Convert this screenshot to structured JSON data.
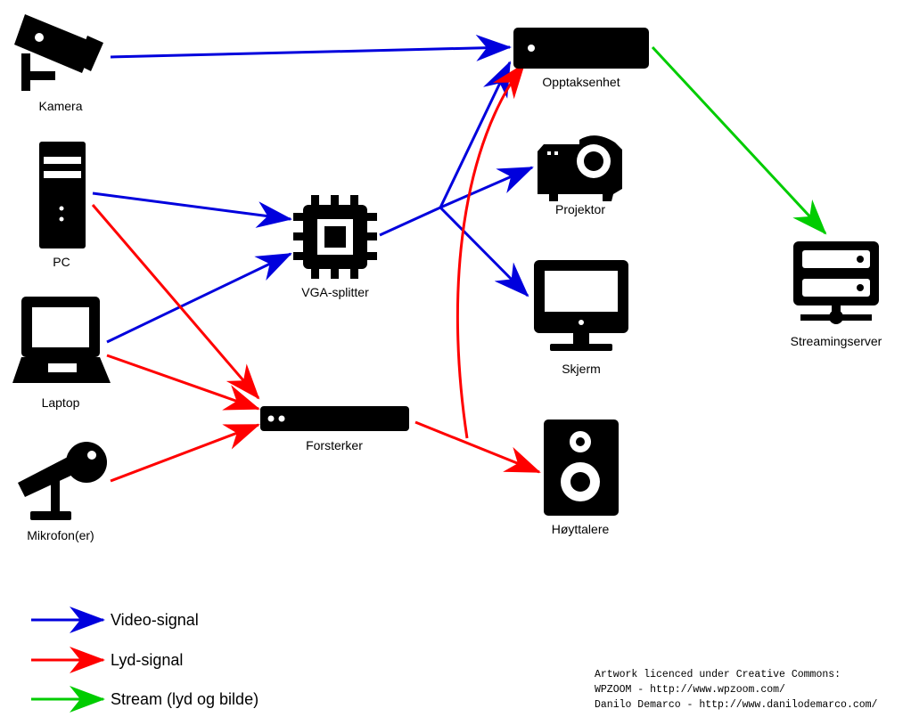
{
  "nodes": {
    "kamera": "Kamera",
    "pc": "PC",
    "laptop": "Laptop",
    "mikrofon": "Mikrofon(er)",
    "vga_splitter": "VGA-splitter",
    "forsterker": "Forsterker",
    "opptaksenhet": "Opptaksenhet",
    "projektor": "Projektor",
    "skjerm": "Skjerm",
    "hoyttalere": "Høyttalere",
    "streamingserver": "Streamingserver"
  },
  "legend": {
    "video": "Video-signal",
    "audio": "Lyd-signal",
    "stream": "Stream (lyd og bilde)"
  },
  "colors": {
    "video": "#0000dd",
    "audio": "#ff0000",
    "stream": "#00cc00",
    "icon": "#000000"
  },
  "credits": {
    "line1": "Artwork licenced under Creative Commons:",
    "line2": "WPZOOM - http://www.wpzoom.com/",
    "line3": "Danilo Demarco - http://www.danilodemarco.com/"
  }
}
